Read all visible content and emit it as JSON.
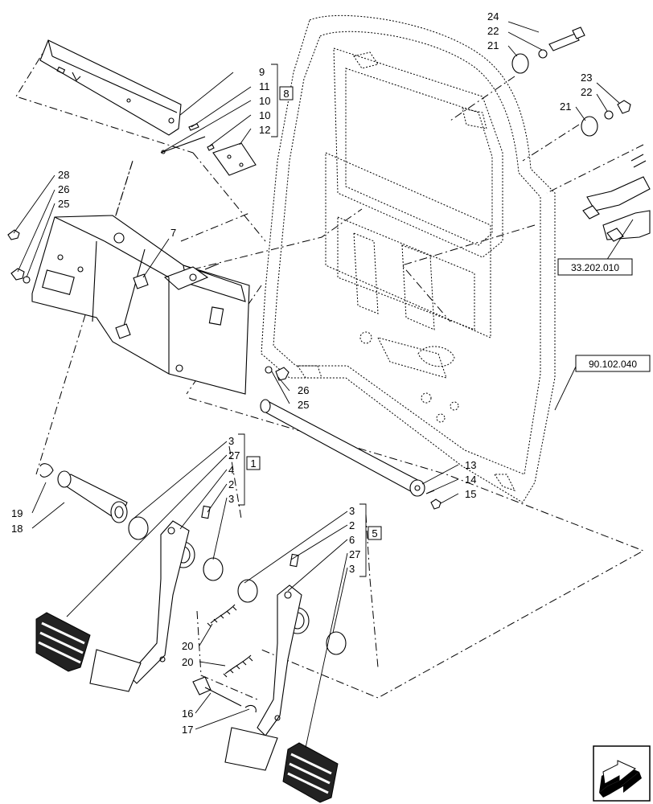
{
  "callouts": {
    "c24": "24",
    "c22a": "22",
    "c21a": "21",
    "c23": "23",
    "c22b": "22",
    "c21b": "21",
    "c9": "9",
    "c11": "11",
    "c10a": "10",
    "c10b": "10",
    "c12": "12",
    "group8": "8",
    "c28": "28",
    "c26a": "26",
    "c25a": "25",
    "c7": "7",
    "c26b": "26",
    "c25b": "25",
    "c3a": "3",
    "c27a": "27",
    "c4": "4",
    "c2a": "2",
    "c3b": "3",
    "group1": "1",
    "c19": "19",
    "c18": "18",
    "c13": "13",
    "c14": "14",
    "c15": "15",
    "c3c": "3",
    "c2b": "2",
    "c6": "6",
    "c27b": "27",
    "c3d": "3",
    "group5": "5",
    "c20a": "20",
    "c20b": "20",
    "c16": "16",
    "c17": "17"
  },
  "references": {
    "ref_33": "33.202.010",
    "ref_90": "90.102.040"
  },
  "icons": {
    "nav": "next-page-arrow-icon"
  }
}
